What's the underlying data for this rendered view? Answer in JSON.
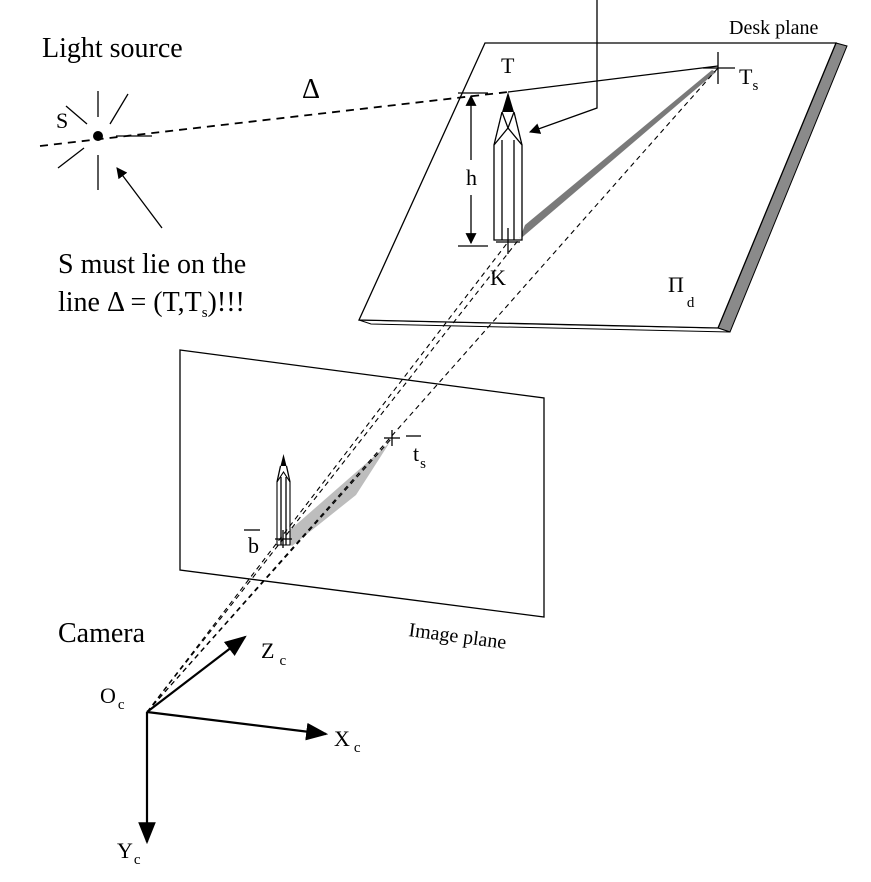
{
  "labels": {
    "light_source": "Light source",
    "s_point": "S",
    "delta": "Δ",
    "desk_plane": "Desk plane",
    "t_top": "T",
    "ts_main": "T",
    "ts_sub": "s",
    "h": "h",
    "k": "K",
    "pi_main": "Π",
    "pi_sub": "d",
    "note_line1": "S must lie on the",
    "note_line2_a": "line  Δ = (T,T",
    "note_line2_sub": "s",
    "note_line2_b": ")!!!",
    "image_plane": "Image plane",
    "t_small_main": "t",
    "t_small_sub": "s",
    "b_small": "b",
    "camera": "Camera",
    "oc_main": "O",
    "oc_sub": "c",
    "zc_main": "Z",
    "zc_sub": "c",
    "xc_main": "X",
    "xc_sub": "c",
    "yc_main": "Y",
    "yc_sub": "c"
  },
  "colors": {
    "ink": "#000000",
    "shadow_desk": "#7a7a7a",
    "shadow_image": "#bdbdbd",
    "desk_edge": "#8a8a8a"
  }
}
